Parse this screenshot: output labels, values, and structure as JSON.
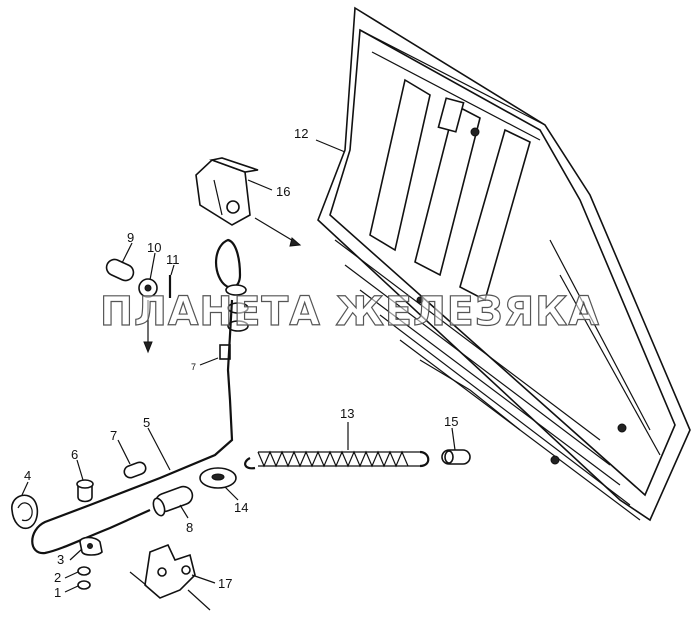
{
  "watermark": "ПЛАНЕТА ЖЕЛЕЗЯКА",
  "callouts": {
    "c1": "1",
    "c2": "2",
    "c3": "3",
    "c4": "4",
    "c5": "5",
    "c6": "6",
    "c7a": "7",
    "c7b": "7",
    "c8": "8",
    "c9": "9",
    "c10": "10",
    "c11": "11",
    "c12": "12",
    "c13": "13",
    "c14": "14",
    "c15": "15",
    "c16": "16",
    "c17": "17"
  }
}
